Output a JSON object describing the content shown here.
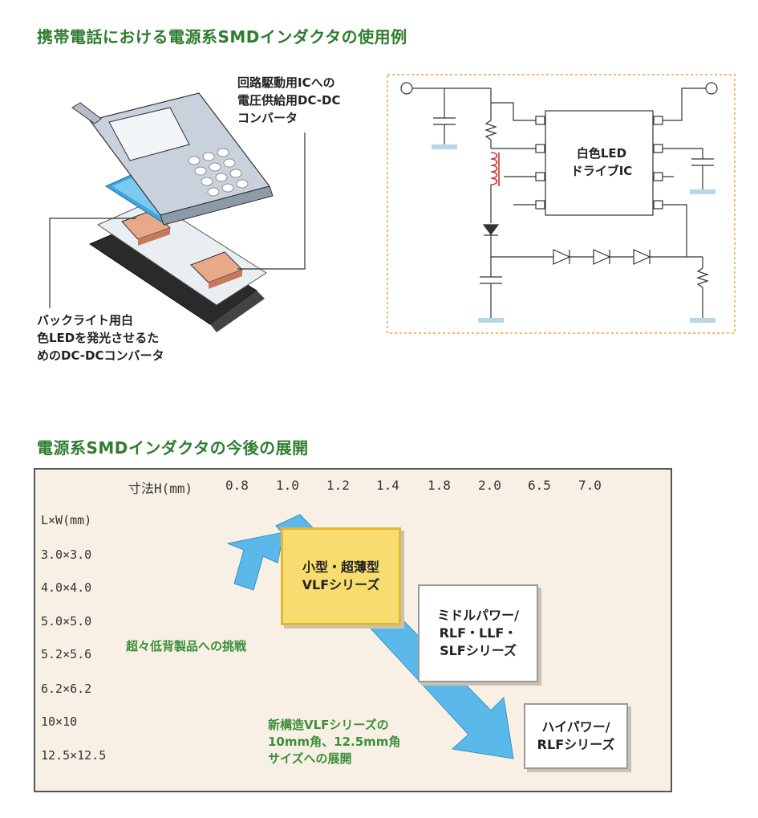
{
  "section1": {
    "title": "携帯電話における電源系SMDインダクタの使用例",
    "callout_ic": "回路駆動用ICへの\n電圧供給用DC-DC\nコンバータ",
    "callout_led": "バックライト用白\n色LEDを発光させるた\nめのDC-DCコンバータ",
    "ic_label": "白色LED\nドライブIC"
  },
  "section2": {
    "title": "電源系SMDインダクタの今後の展開",
    "chart": {
      "height_header": "寸法H(mm)",
      "columns": [
        "0.8",
        "1.0",
        "1.2",
        "1.4",
        "1.8",
        "2.0",
        "6.5",
        "7.0"
      ],
      "size_header": "L×W(mm)",
      "rows": [
        "3.0×3.0",
        "4.0×4.0",
        "5.0×5.0",
        "5.2×5.6",
        "6.2×6.2",
        "10×10",
        "12.5×12.5"
      ],
      "boxes": [
        {
          "label": "小型・超薄型\nVLFシリーズ"
        },
        {
          "label": "ミドルパワー/\nRLF・LLF・\nSLFシリーズ"
        },
        {
          "label": "ハイパワー/\nRLFシリーズ"
        }
      ],
      "note_thin": "超々低背製品への挑戦",
      "note_new": "新構造VLFシリーズの\n10mm角、12.5mm角\nサイズへの展開"
    }
  },
  "colors": {
    "title_green": "#2f7d2f",
    "note_green": "#3a8f3a",
    "arrow_blue": "#5ab8ea",
    "vlf_box": "#f7dc6f",
    "panel_bg": "#f8f0e4",
    "inductor_red": "#cc3333",
    "ground_blue": "#b7d6e6",
    "frame_orange": "#f0a040"
  }
}
